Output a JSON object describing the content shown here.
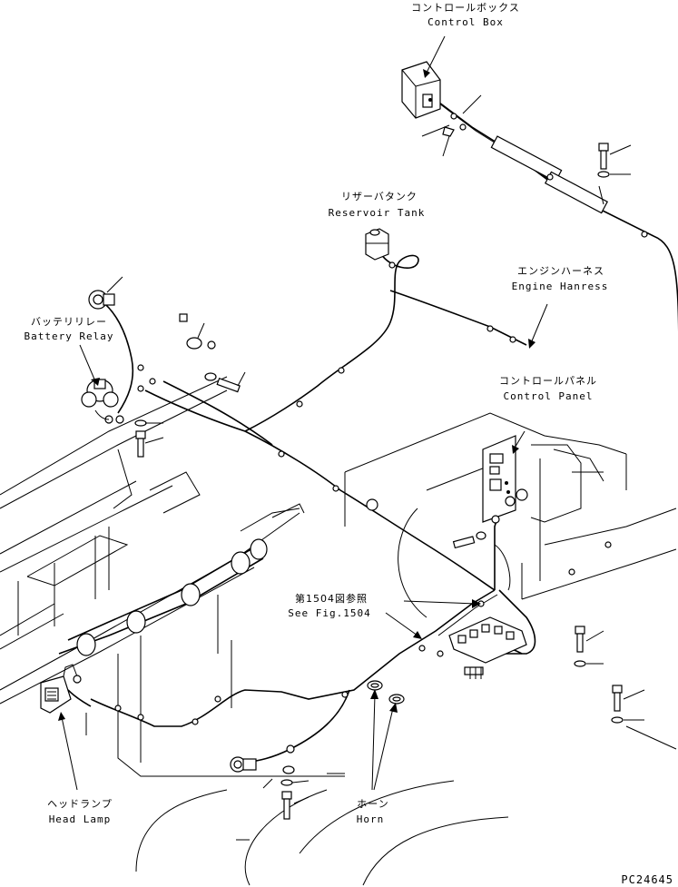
{
  "labels": {
    "control_box": {
      "jp": "コントロールボックス",
      "en": "Control Box"
    },
    "reservoir_tank": {
      "jp": "リザーバタンク",
      "en": "Reservoir Tank"
    },
    "engine_harness": {
      "jp": "エンジンハーネス",
      "en": "Engine Hanress"
    },
    "battery_relay": {
      "jp": "バッテリリレー",
      "en": "Battery Relay"
    },
    "control_panel": {
      "jp": "コントロールパネル",
      "en": "Control Panel"
    },
    "see_fig": {
      "jp": "第1504図参照",
      "en": "See Fig.1504"
    },
    "head_lamp": {
      "jp": "ヘッドランプ",
      "en": "Head Lamp"
    },
    "horn": {
      "jp": "ホーン",
      "en": "Horn"
    }
  },
  "figure_code": "PC24645"
}
